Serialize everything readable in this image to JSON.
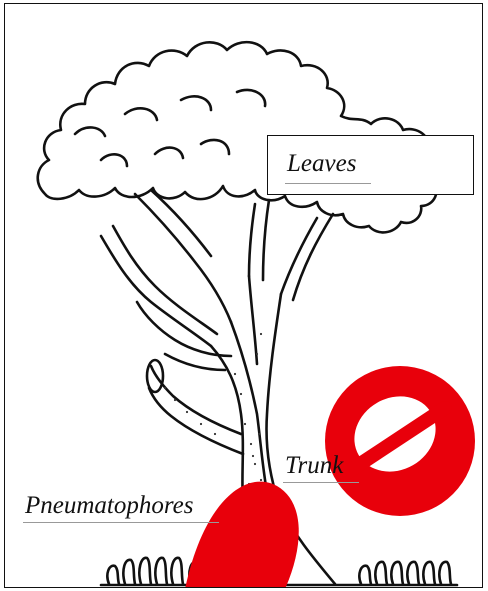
{
  "labels": {
    "leaves": "Leaves",
    "trunk": "Trunk",
    "pneumatophores": "Pneumatophores"
  },
  "colors": {
    "ink": "#111111",
    "watermark": "#e8000b",
    "underline": "#999999"
  },
  "watermark": {
    "icon": "brand-logo-e"
  }
}
